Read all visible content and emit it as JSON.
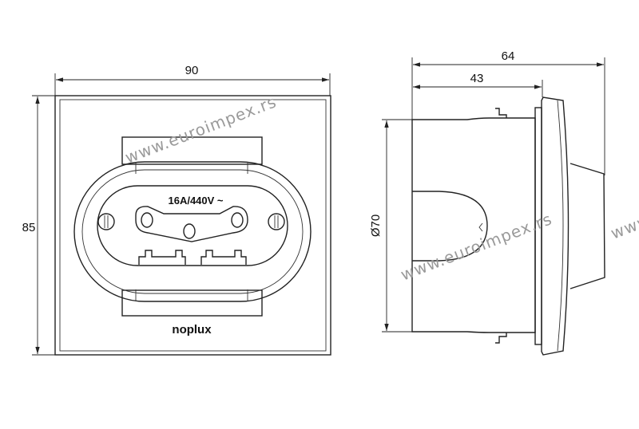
{
  "front_view": {
    "width_dim": "90",
    "height_dim": "85",
    "rating": "16A/440V ~",
    "brand": "noplux"
  },
  "side_view": {
    "total_depth_dim": "64",
    "body_depth_dim": "43",
    "diameter_dim": "Ø70"
  },
  "watermark": "www.euroimpex.rs",
  "watermark_partial": "www."
}
